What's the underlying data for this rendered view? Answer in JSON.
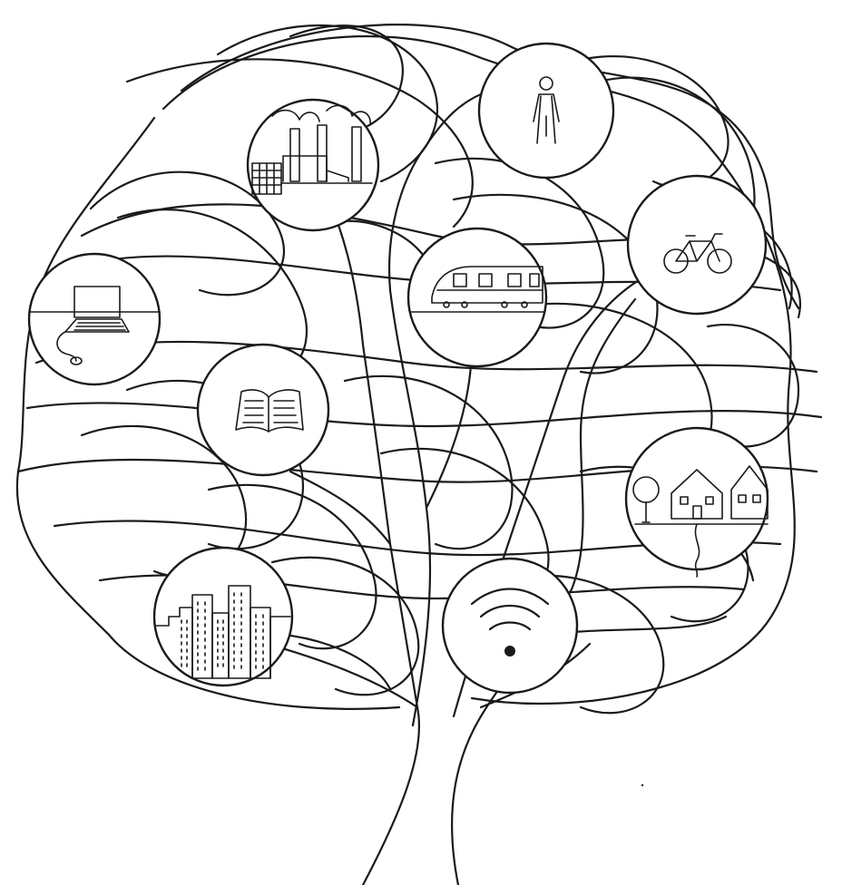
{
  "illustration": {
    "background": "#ffffff",
    "ink": "#1a1a1a",
    "medallions": [
      {
        "id": "factory",
        "icon": "factory-icon"
      },
      {
        "id": "person",
        "icon": "person-icon"
      },
      {
        "id": "bicycle",
        "icon": "bicycle-icon"
      },
      {
        "id": "train",
        "icon": "train-icon"
      },
      {
        "id": "computer",
        "icon": "laptop-computer-icon"
      },
      {
        "id": "book",
        "icon": "open-book-icon"
      },
      {
        "id": "houses",
        "icon": "houses-icon"
      },
      {
        "id": "city",
        "icon": "city-buildings-icon"
      },
      {
        "id": "wifi",
        "icon": "wifi-icon"
      }
    ]
  }
}
